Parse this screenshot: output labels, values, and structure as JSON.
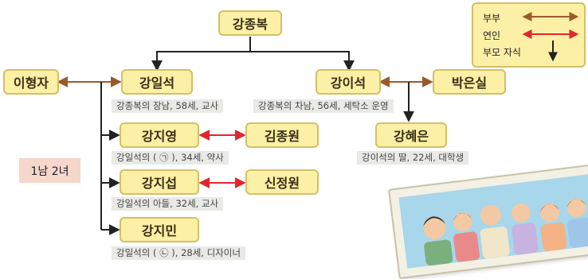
{
  "people": {
    "root": "강종복",
    "son1": "강일석",
    "son2": "강이석",
    "son1_spouse": "이형자",
    "son2_spouse": "박은실",
    "gc_jiyoung": "강지영",
    "gc_jiseop": "강지섭",
    "gc_jimin": "강지민",
    "gc_hyeeun": "강혜은",
    "partner_jiyoung": "김종원",
    "partner_jiseop": "신정원"
  },
  "descriptions": {
    "son1": "강종복의 장남, 58세, 교사",
    "son2": "강종복의 차남, 56세, 세탁소 운영",
    "gc_jiyoung": "강일석의 (  ㉠  ), 34세, 약사",
    "gc_jiseop": "강일석의 아들, 32세, 교사",
    "gc_jimin": "강일석의 (  ㉡  ), 28세, 디자이너",
    "gc_hyeeun": "강이석의 딸, 22세, 대학생"
  },
  "summary": "1남 2녀",
  "legend": {
    "items": [
      {
        "label": "부부",
        "color": "#9b5a2b"
      },
      {
        "label": "연인",
        "color": "#e0262e"
      },
      {
        "label": "부모 자식",
        "color": "#222222"
      }
    ]
  },
  "colors": {
    "couple": "#9b5a2b",
    "lover": "#e0262e",
    "parent_child": "#222222",
    "node_fill": "#fcefa6",
    "node_border": "#d3c064",
    "desc_bg": "#e9e9e6",
    "summary_bg": "#f5d7cc"
  },
  "decoration": {
    "photo": "family-photo-illustration"
  }
}
